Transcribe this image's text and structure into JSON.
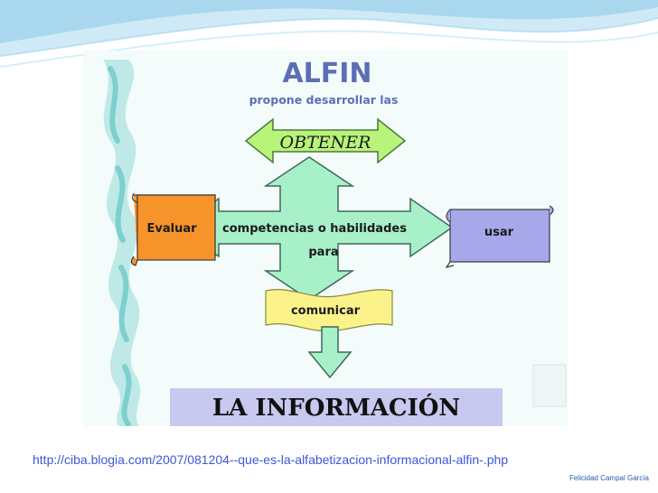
{
  "slide": {
    "title": "ALFIN",
    "subtitle": "propone desarrollar las",
    "nodes": {
      "obtener": "OBTENER",
      "evaluar": "Evaluar",
      "usar": "usar",
      "competencias_line1": "competencias o habilidades",
      "competencias_line2": "para",
      "comunicar": "comunicar",
      "informacion": "LA INFORMACIÓN"
    },
    "colors": {
      "arrow_green": "#a8f0c8",
      "evaluar_box": "#f7932b",
      "usar_box": "#a6a8ea",
      "comunicar_banner": "#fbf38a",
      "informacion_band": "#c8c8f0",
      "title_blue": "#5b6fb5"
    }
  },
  "footer": {
    "source_url": "http://ciba.blogia.com/2007/081204--que-es-la-alfabetizacion-informacional-alfin-.php",
    "author": "Felicidad Campal García"
  }
}
